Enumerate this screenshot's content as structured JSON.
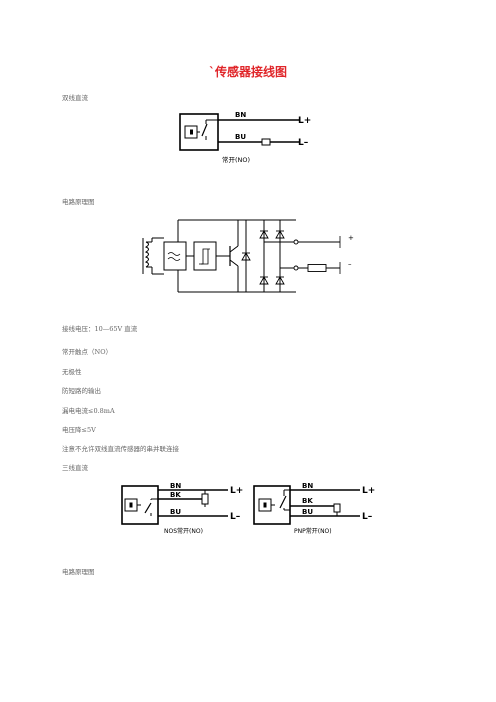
{
  "title": "`传感器接线图",
  "sections": {
    "two_wire_dc": "双线直流",
    "circuit_1": "电路原理图",
    "three_wire_dc": "三线直流",
    "circuit_2": "电路原理图"
  },
  "specs": [
    "接线电压：10—65V 直流",
    "常开触点（NO）",
    "无极性",
    "防短路的输出",
    "漏电电流≤0.8mA",
    "电压降≤5V",
    "注意不允许双线直流传感器的串并联连接"
  ],
  "diagram1": {
    "wire1": "BN",
    "wire2": "BU",
    "plus": "L+",
    "minus": "L–",
    "caption": "常开(NO)"
  },
  "diagram2": {
    "plus": "+",
    "minus": "–"
  },
  "diagram3": {
    "left": {
      "bn": "BN",
      "bk": "BK",
      "bu": "BU",
      "plus": "L+",
      "minus": "L–",
      "caption": "NOS常开(NO)"
    },
    "right": {
      "bn": "BN",
      "bk": "BK",
      "bu": "BU",
      "plus": "L+",
      "minus": "L–",
      "caption": "PNP常开(NO)"
    }
  }
}
